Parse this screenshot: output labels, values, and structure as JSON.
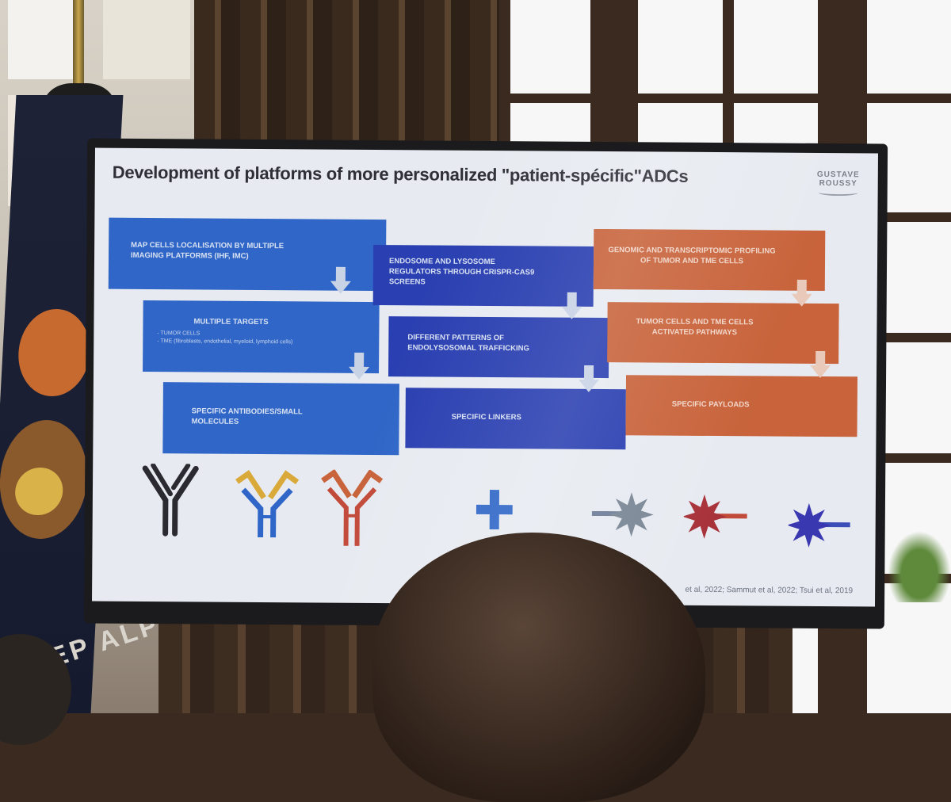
{
  "slide": {
    "title": "Development of platforms of more personalized \"patient-spécific\"ADCs",
    "logo": {
      "line1": "GUSTAVE",
      "line2": "ROUSSY"
    },
    "columns": {
      "left": [
        {
          "text": "MAP CELLS LOCALISATION BY MULTIPLE IMAGING PLATFORMS (IHF, IMC)"
        },
        {
          "text": "MULTIPLE TARGETS",
          "sub1": "- TUMOR CELLS",
          "sub2": "- TME (fibroblasts, endothelial, myeloid, lymphoid cells)"
        },
        {
          "text": "SPECIFIC ANTIBODIES/SMALL MOLECULES"
        }
      ],
      "middle": [
        {
          "text": "ENDOSOME AND LYSOSOME REGULATORS THROUGH CRISPR-CAS9 SCREENS"
        },
        {
          "text": "DIFFERENT PATTERNS OF ENDOLYSOSOMAL TRAFFICKING"
        },
        {
          "text": "SPECIFIC LINKERS"
        }
      ],
      "right": [
        {
          "text": "GENOMIC AND TRANSCRIPTOMIC PROFILING OF TUMOR AND TME CELLS"
        },
        {
          "text": "TUMOR CELLS AND TME CELLS ACTIVATED PATHWAYS"
        },
        {
          "text": "SPECIFIC PAYLOADS"
        }
      ]
    },
    "references": "et al, 2022; Sammut et al, 2022; Tsui et al, 2019",
    "colors": {
      "blue": "#2f66c7",
      "navy": "#2a3fb1",
      "orange": "#c8633b",
      "title": "#2f2f38"
    },
    "icons": [
      "antibody-black-icon",
      "antibody-blue-yellow-icon",
      "antibody-red-icon",
      "blue-cross-icon",
      "gray-star-payload-icon",
      "red-star-payload-icon",
      "blue-star-payload-icon"
    ]
  },
  "scene": {
    "flag_text": "EP ALP"
  }
}
